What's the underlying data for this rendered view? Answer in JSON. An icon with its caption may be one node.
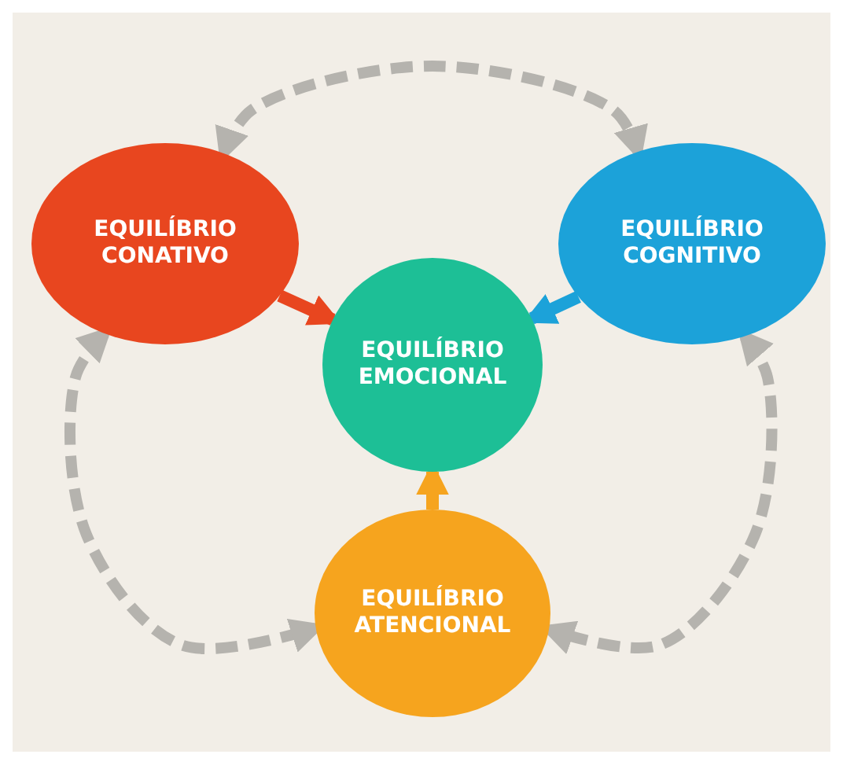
{
  "diagram": {
    "nodes": [
      {
        "text": [
          "EQUILÍBRIO CONATIVO"
        ]
      },
      {
        "text": [
          "EQUILÍBRIO COGNITIVO"
        ]
      },
      {
        "text": [
          "EQUILÍBRIO EMOCIONAL"
        ]
      },
      {
        "text": [
          "EQUILÍBRIO ATENCIONAL"
        ]
      }
    ],
    "edges": [
      {
        "from": 0,
        "to": 1,
        "arrow": "both",
        "style": "dashed",
        "color": "#b5b3ae"
      },
      {
        "from": 0,
        "to": 3,
        "arrow": "both",
        "style": "dashed",
        "color": "#b5b3ae"
      },
      {
        "from": 1,
        "to": 3,
        "arrow": "both",
        "style": "dashed",
        "color": "#b5b3ae"
      },
      {
        "from": 0,
        "to": 2,
        "arrow": "to",
        "color": "#e8461f"
      },
      {
        "from": 1,
        "to": 2,
        "arrow": "to",
        "color": "#1ca2d9"
      },
      {
        "from": 3,
        "to": 2,
        "arrow": "to",
        "color": "#f6a41e"
      }
    ]
  }
}
